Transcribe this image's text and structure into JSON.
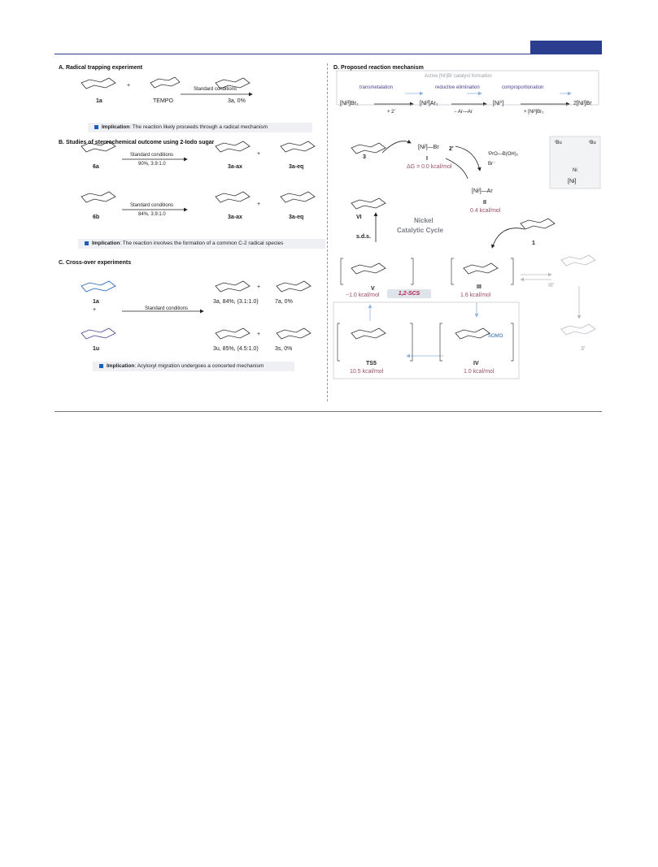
{
  "sections": {
    "a": {
      "title": "A. Radical trapping experiment",
      "plus": "+",
      "reactant1_label": "1a",
      "reactant2_label": "TEMPO",
      "conditions": "Standard conditions",
      "product_label": "3a, 0%",
      "implication_lead": "Implication",
      "implication_text": ": The reaction likely proceeds through a radical mechanism"
    },
    "b": {
      "title": "B. Studies of stereochemical outcome using 2-Iodo sugar",
      "row1": {
        "reactant": "6a",
        "conditions": "Standard conditions",
        "yield": "90%, 3.9:1.0",
        "product1": "3a-ax",
        "product2": "3a-eq"
      },
      "row2": {
        "reactant": "6b",
        "conditions": "Standard conditions",
        "yield": "84%, 3.9:1.0",
        "product1": "3a-ax",
        "product2": "3a-eq"
      },
      "plus": "+",
      "implication_lead": "Implication",
      "implication_text": ": The reaction involves the formation of a common C-2 radical species"
    },
    "c": {
      "title": "C. Cross-over experiments",
      "reactant1": "1a",
      "reactant2": "1u",
      "plus": "+",
      "conditions": "Standard conditions",
      "prod1": "3a, 84%, (3.1:1.0)",
      "prod2": "7a, 0%",
      "prod3": "3u, 85%, (4.5:1.0)",
      "prod4": "3s, 0%",
      "implication_lead": "Implication",
      "implication_text": ": Acyloxyl migration undergoes a concerted mechanism"
    },
    "d": {
      "title": "D. Proposed reaction mechanism",
      "catalyst_formation": "Active [Niⁱ]Br catalyst formation",
      "steps": [
        "transmetalation",
        "reductive elimination",
        "comproportionation"
      ],
      "species": [
        "[Niᴵᴵ]Br₂",
        "[Niᴵᴵ]Ar₂",
        "[Ni⁰]",
        "2[Niᴵ]Br"
      ],
      "reagents": [
        "+ 2′",
        "− Ar—Ar",
        "+ [Niᴵᴵ]Br₂"
      ],
      "cycle_title_1": "Nickel",
      "cycle_title_2": "Catalytic Cycle",
      "ligand_label": "[Ni]",
      "tbu": "ᵗBu",
      "ni": "Ni",
      "int_I": "I",
      "int_I_species": "[Niᴵ]—Br",
      "int_I_energy": "ΔG = 0.0 kcal/mol",
      "int_II": "II",
      "int_II_species": "[Niᴵ]—Ar",
      "int_II_energy": "0.4 kcal/mol",
      "int_III": "III",
      "int_III_energy": "1.6 kcal/mol",
      "int_III_prime": "III′",
      "int_IV": "IV",
      "int_IV_energy": "1.0 kcal/mol",
      "int_V": "V",
      "int_V_energy": "−1.0 kcal/mol",
      "int_VI": "VI",
      "ts5": "TS5",
      "ts5_energy": "10.5 kcal/mol",
      "scs": "1,2-SCS",
      "sds": "s.d.s.",
      "somo": "SOMO",
      "boronate_label": "2′",
      "byproduct": "ⁱPrO—B(OH)₂",
      "bromide": "Br⁻",
      "product3": "3",
      "substrate1": "1",
      "product3_prime": "3′"
    }
  }
}
